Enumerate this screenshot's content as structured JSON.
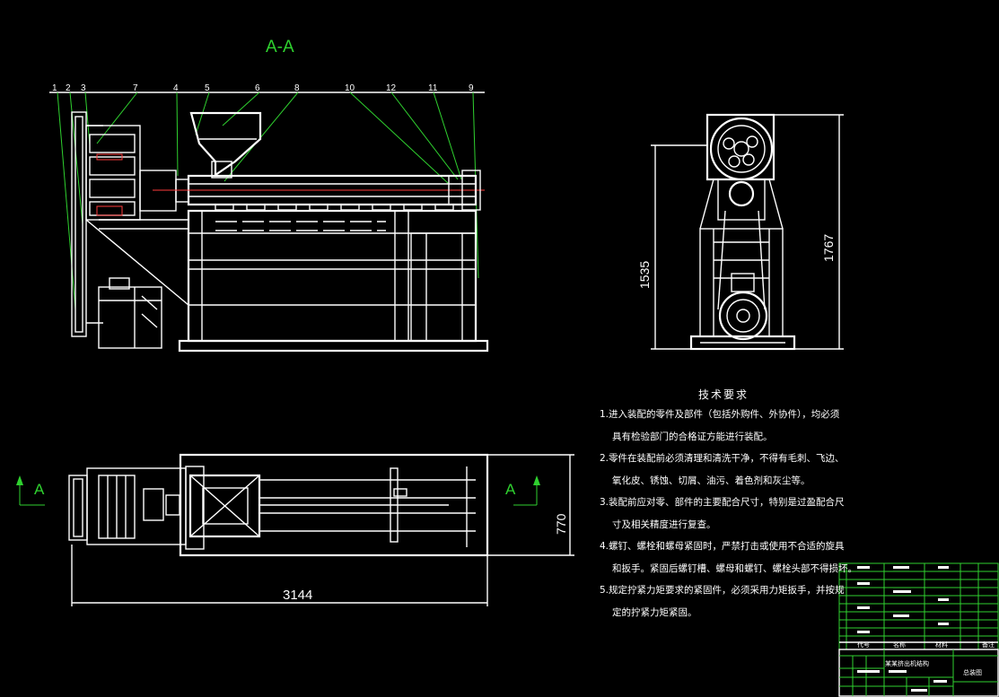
{
  "section_label": "A-A",
  "part_numbers": [
    "1",
    "2",
    "3",
    "7",
    "4",
    "5",
    "6",
    "8",
    "10",
    "12",
    "11",
    "9"
  ],
  "section_arrow_label": "A",
  "dimensions": {
    "side_height_1": "1535",
    "side_height_2": "1767",
    "plan_width": "770",
    "plan_length": "3144"
  },
  "tech_requirements": {
    "title": "技术要求",
    "items": [
      {
        "first": "1.进入装配的零件及部件（包括外购件、外协件），均必须",
        "rest": "具有检验部门的合格证方能进行装配。"
      },
      {
        "first": "2.零件在装配前必须清理和清洗干净，不得有毛刺、飞边、",
        "rest": "氧化皮、锈蚀、切屑、油污、着色剂和灰尘等。"
      },
      {
        "first": "3.装配前应对零、部件的主要配合尺寸，特别是过盈配合尺",
        "rest": "寸及相关精度进行复查。"
      },
      {
        "first": "4.螺钉、螺栓和螺母紧固时，严禁打击或使用不合适的旋具",
        "rest": "和扳手。紧固后螺钉槽、螺母和螺钉、螺栓头部不得损坏。"
      },
      {
        "first": "5.规定拧紧力矩要求的紧固件，必须采用力矩扳手，并按规",
        "rest": "定的拧紧力矩紧固。"
      }
    ]
  },
  "title_block": {
    "col_code": "代号",
    "col_name": "名称",
    "col_material": "材料",
    "col_remark": "备注",
    "drawing_name": "某某挤出机结构",
    "drawing_type": "总装图"
  }
}
